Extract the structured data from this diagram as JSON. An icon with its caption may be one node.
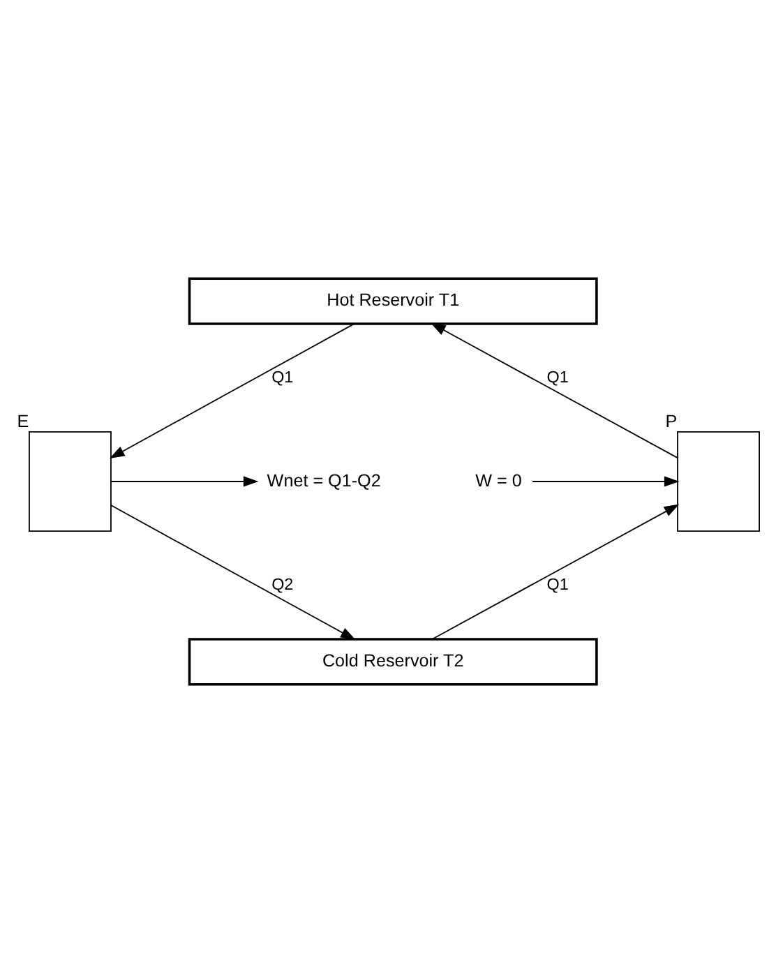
{
  "diagram": {
    "nodes": [
      {
        "text": [
          "Hot Reservoir T1"
        ]
      },
      {
        "text": [],
        "shape": "box",
        "beside": [
          "P"
        ]
      },
      {
        "text": [],
        "shape": "box",
        "beside": [
          "E"
        ]
      },
      {
        "text": [
          "Cold Reservoir T2"
        ]
      },
      {
        "text": [
          "W = 0"
        ]
      },
      {
        "text": [
          "Wnet = Q1-Q2"
        ]
      }
    ],
    "edges": [
      {
        "from": 3,
        "to": 1,
        "arrow": "to",
        "label": "Q1"
      },
      {
        "from": 1,
        "to": 0,
        "arrow": "to",
        "label": "Q1"
      },
      {
        "from": 0,
        "to": 2,
        "arrow": "to",
        "label": "Q1"
      },
      {
        "from": 2,
        "to": 3,
        "arrow": "to",
        "label": "Q2"
      },
      {
        "from": 4,
        "to": 1,
        "arrow": "to"
      },
      {
        "from": 2,
        "to": 5,
        "arrow": "to"
      }
    ]
  }
}
